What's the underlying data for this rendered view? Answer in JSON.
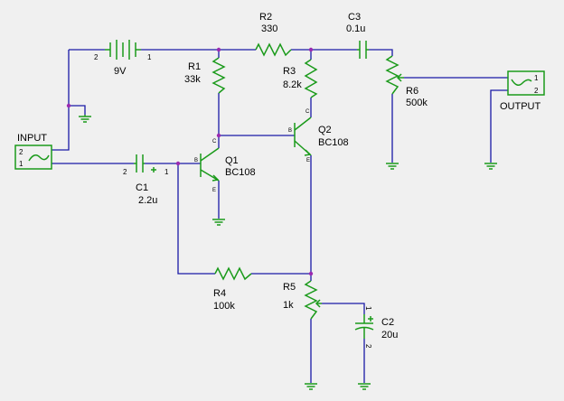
{
  "components": {
    "battery": {
      "name": "9V",
      "pin_left": "2",
      "pin_right": "1"
    },
    "r2": {
      "ref": "R2",
      "value": "330"
    },
    "c3": {
      "ref": "C3",
      "value": "0.1u"
    },
    "r1": {
      "ref": "R1",
      "value": "33k"
    },
    "r3": {
      "ref": "R3",
      "value": "8.2k"
    },
    "r6": {
      "ref": "R6",
      "value": "500k"
    },
    "q1": {
      "ref": "Q1",
      "value": "BC108",
      "pin_b": "B",
      "pin_c": "C",
      "pin_e": "E"
    },
    "q2": {
      "ref": "Q2",
      "value": "BC108",
      "pin_b": "B",
      "pin_c": "C",
      "pin_e": "E"
    },
    "c1": {
      "ref": "C1",
      "value": "2.2u",
      "pin_left": "2",
      "pin_right": "1",
      "plus": "+"
    },
    "r4": {
      "ref": "R4",
      "value": "100k"
    },
    "r5": {
      "ref": "R5",
      "value": "1k"
    },
    "c2": {
      "ref": "C2",
      "value": "20u",
      "pin_top": "1",
      "pin_bottom": "2",
      "plus": "+"
    },
    "input": {
      "label": "INPUT",
      "pin1": "1",
      "pin2": "2"
    },
    "output": {
      "label": "OUTPUT",
      "pin1": "1",
      "pin2": "2"
    }
  },
  "colors": {
    "background": "#f0f0f0",
    "wire": "#1a1aa6",
    "component": "#1a9a1a",
    "junction": "#9a2ab0"
  }
}
